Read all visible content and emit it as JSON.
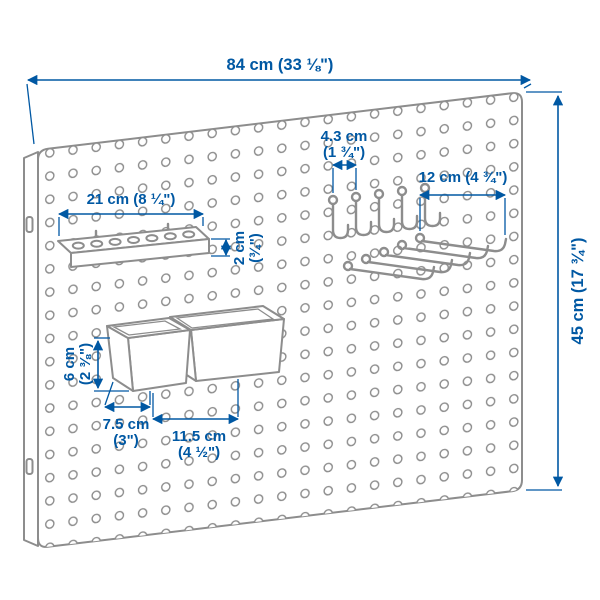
{
  "colors": {
    "dimension_text": "#0058a3",
    "line_art": "#8d8d8d",
    "background": "#ffffff"
  },
  "board": {
    "width_label": "84 cm (33 ⅛\")",
    "height_label": "45 cm (17 ¾\")"
  },
  "tool_rail": {
    "width_label": "21 cm (8 ¼\")",
    "height_lines": [
      "2 cm",
      "(¾\")"
    ]
  },
  "hooks": {
    "small_lines": [
      "4.3 cm",
      "(1 ¾\")"
    ],
    "long_label": "12 cm (4 ¾\")"
  },
  "containers": {
    "height_lines": [
      "6 cm",
      "(2 ⅜\")"
    ],
    "small_width_lines": [
      "7.5 cm",
      "(3\")"
    ],
    "large_width_lines": [
      "11.5 cm",
      "(4 ½\")"
    ]
  }
}
